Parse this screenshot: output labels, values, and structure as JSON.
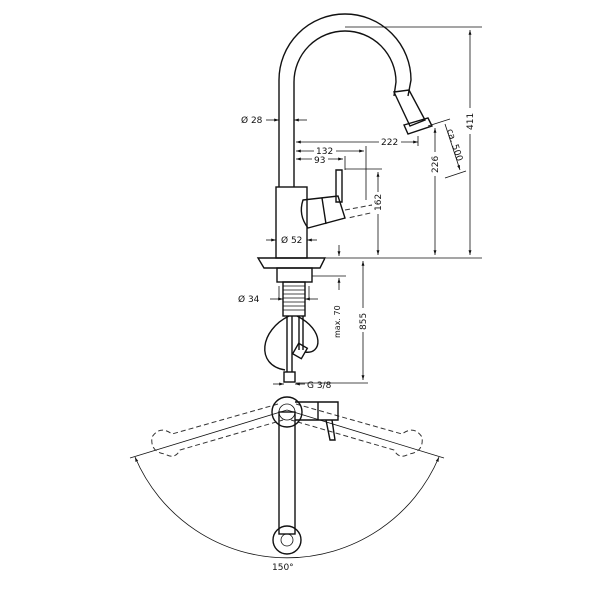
{
  "labels": {
    "dia_spout": "Ø 28",
    "reach_222": "222",
    "reach_132": "132",
    "reach_93": "93",
    "height_226": "226",
    "pullout": "ca. 500",
    "height_411": "411",
    "height_162": "162",
    "dia_body": "Ø 52",
    "dia_shank": "Ø 34",
    "max_thickness": "max. 70",
    "hose_length": "855",
    "connection": "G 3/8",
    "swivel_angle": "150°"
  }
}
